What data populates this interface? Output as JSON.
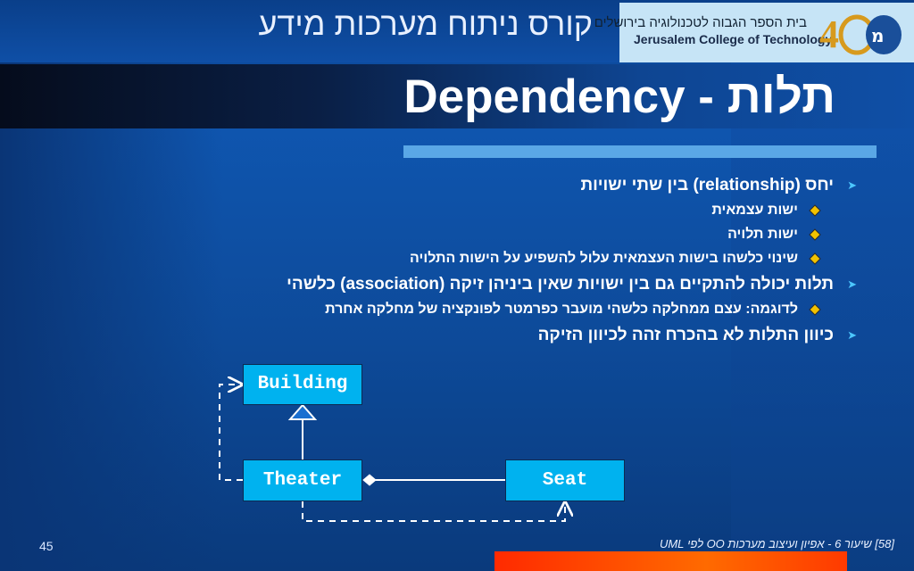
{
  "header": {
    "course_title": "קורס ניתוח מערכות מידע",
    "logo": {
      "hebrew_text": "בית הספר הגבוה לטכנולוגיה בירושלים",
      "english_text": "Jerusalem College of Technology"
    }
  },
  "slide": {
    "title": "Dependency - תלות",
    "bullets": [
      {
        "level": 1,
        "text": "יחס (relationship) בין שתי ישויות"
      },
      {
        "level": 2,
        "text": "ישות עצמאית"
      },
      {
        "level": 2,
        "text": "ישות תלויה"
      },
      {
        "level": 2,
        "text": "שינוי כלשהו בישות העצמאית עלול להשפיע על הישות התלויה"
      },
      {
        "level": 1,
        "text": "תלות יכולה להתקיים גם בין ישויות שאין ביניהן זיקה (association) כלשהי"
      },
      {
        "level": 2,
        "text": "לדוגמה: עצם ממחלקה כלשהי מועבר כפרמטר לפונקציה של מחלקה אחרת"
      },
      {
        "level": 1,
        "text": "כיוון התלות לא בהכרח זהה לכיוון הזיקה"
      }
    ]
  },
  "diagram": {
    "classes": {
      "building": "Building",
      "theater": "Theater",
      "seat": "Seat"
    }
  },
  "footer": {
    "slide_number": "45",
    "source": "[58] שיעור 6 - אפיון ועיצוב מערכות OO לפי UML"
  },
  "colors": {
    "bullet_arrow": "#4cc7ff",
    "uml_class_fill": "#00b2ef",
    "title_rule": "#5aa7e6",
    "footer_bar": "#ff3a00"
  }
}
